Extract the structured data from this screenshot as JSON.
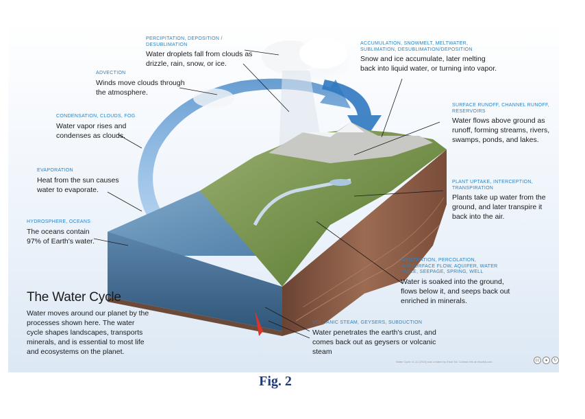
{
  "title": "The Water Cycle",
  "intro": "Water moves around our planet by the processes shown here. The water cycle shapes landscapes, transports minerals, and is essential to most life and ecosystems on the planet.",
  "labels": [
    {
      "id": "precip",
      "caption": "PERCIPITATION, DEPOSITION / DESUBLIMATION",
      "text": "Water droplets fall from clouds as drizzle, rain, snow, or ice."
    },
    {
      "id": "accum",
      "caption": "ACCUMULATION, SNOWMELT, MELTWATER, SUBLIMATION, DESUBLIMATION/DEPOSITION",
      "text": "Snow and ice accumulate, later melting back into liquid water, or turning into vapor."
    },
    {
      "id": "advection",
      "caption": "ADVECTION",
      "text": "Winds move clouds through the atmosphere."
    },
    {
      "id": "condensation",
      "caption": "CONDENSATION, CLOUDS, FOG",
      "text": "Water vapor rises and condenses as clouds."
    },
    {
      "id": "runoff",
      "caption": "SURFACE RUNOFF, CHANNEL RUNOFF, RESERVOIRS",
      "text": "Water flows above ground as runoff, forming streams, rivers, swamps, ponds, and lakes."
    },
    {
      "id": "evaporation",
      "caption": "EVAPORATION",
      "text": "Heat from the sun causes water to evaporate."
    },
    {
      "id": "plant",
      "caption": "PLANT UPTAKE, INTERCEPTION, TRANSPIRATION",
      "text": "Plants take up water from the ground, and later transpire it back into the air."
    },
    {
      "id": "hydro",
      "caption": "HYDROSPHERE, OCEANS",
      "text": "The oceans contain 97% of Earth's water."
    },
    {
      "id": "infil",
      "caption": "INFILTRATION, PERCOLATION, SUBSURFACE FLOW, AQUIFER, WATER TABLE, SEEPAGE, SPRING, WELL",
      "text": "Water is soaked into the ground, flows below it, and seeps back out enriched in minerals."
    },
    {
      "id": "volcanic",
      "caption": "VOLCANIC STEAM, GEYSERS, SUBDUCTION",
      "text": "Water penetrates the earth's crust, and comes back out as geysers or volcanic steam"
    }
  ],
  "credit": "Water Cycle v1.11 (2015) was created by Ehud Tal. Contact info at ehudtal.com",
  "license_icons": [
    "cc-icon",
    "by-icon",
    "sa-icon"
  ],
  "figure_caption": "Fig. 2",
  "colors": {
    "caption": "#2a82c4",
    "arrow": "#3f88cc",
    "ocean": "#5b86ad",
    "soil": "#8a5a44",
    "land": "#7e9a52",
    "figure_caption": "#1f3a7a"
  }
}
